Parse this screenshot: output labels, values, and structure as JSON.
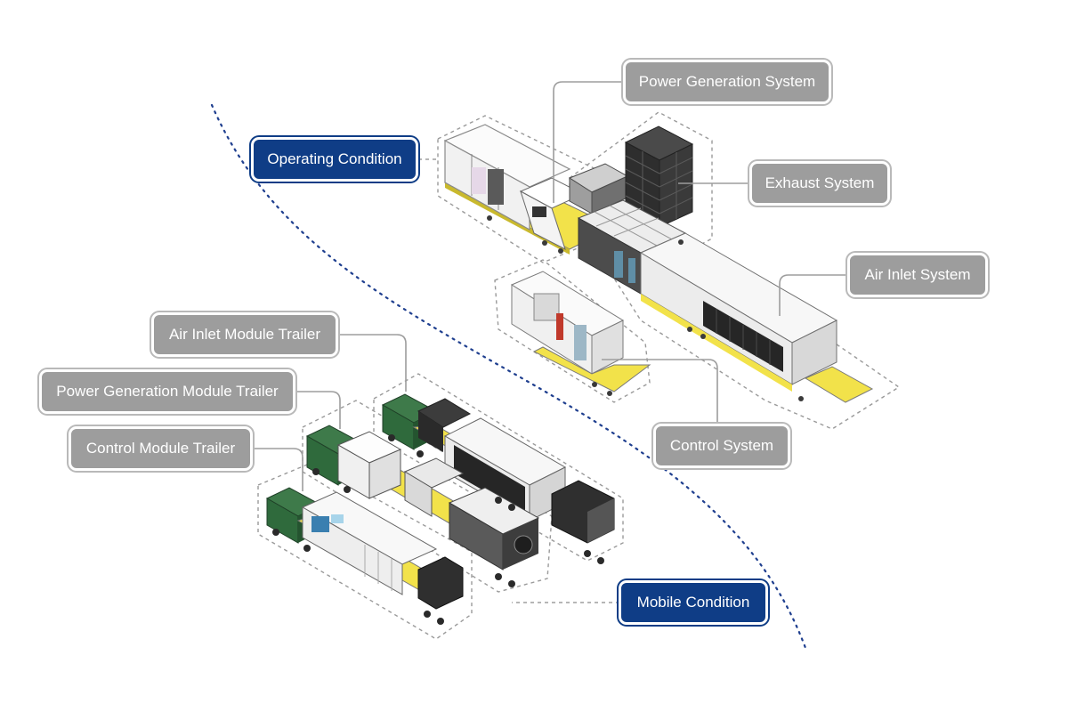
{
  "labels": {
    "operating_condition": "Operating Condition",
    "mobile_condition": "Mobile Condition",
    "power_generation_system": "Power Generation System",
    "exhaust_system": "Exhaust System",
    "air_inlet_system": "Air Inlet System",
    "control_system": "Control System",
    "air_inlet_module_trailer": "Air Inlet Module Trailer",
    "power_generation_module_trailer": "Power Generation Module Trailer",
    "control_module_trailer": "Control Module Trailer"
  },
  "colors": {
    "label_gray": "#9d9d9d",
    "label_blue": "#0f3d86",
    "deck_yellow": "#f2e24a",
    "cab_green": "#2f6a3c",
    "divider_blue": "#1f3f8f"
  },
  "icons": [
    "gas-turbine-package-illustration",
    "truck-trailer-illustration"
  ]
}
